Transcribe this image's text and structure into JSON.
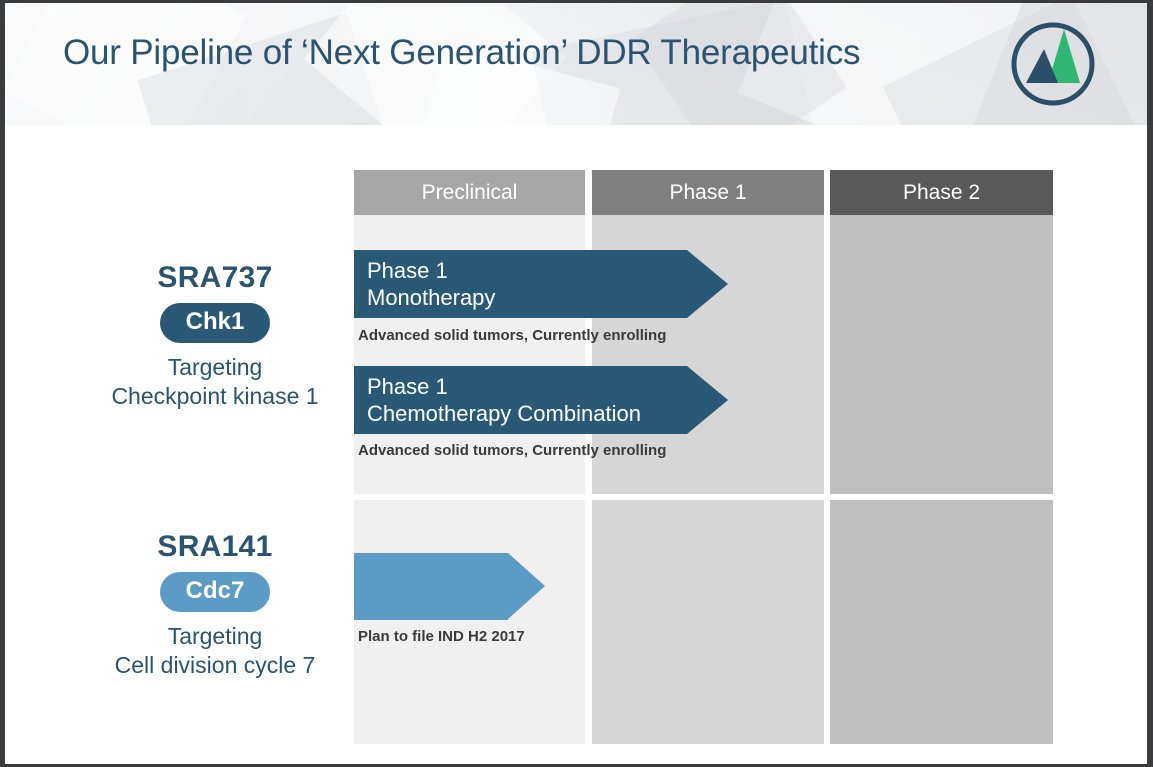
{
  "slide": {
    "title": "Our Pipeline of ‘Next Generation’ DDR Therapeutics",
    "logo_name": "company-logo"
  },
  "columns": [
    {
      "id": "preclinical",
      "label": "Preclinical"
    },
    {
      "id": "phase1",
      "label": "Phase 1"
    },
    {
      "id": "phase2",
      "label": "Phase 2"
    }
  ],
  "programs": [
    {
      "id": "sra737",
      "name": "SRA737",
      "badge": "Chk1",
      "target_line1": "Targeting",
      "target_line2": "Checkpoint kinase 1",
      "bars": [
        {
          "id": "monotherapy",
          "line1": "Phase 1",
          "line2": "Monotherapy",
          "caption": "Advanced solid tumors, Currently enrolling"
        },
        {
          "id": "chemo-combination",
          "line1": "Phase 1",
          "line2": "Chemotherapy Combination",
          "caption": "Advanced solid tumors, Currently enrolling"
        }
      ]
    },
    {
      "id": "sra141",
      "name": "SRA141",
      "badge": "Cdc7",
      "target_line1": "Targeting",
      "target_line2": "Cell division cycle 7",
      "bars": [
        {
          "id": "ind-filing",
          "line1": "",
          "line2": "",
          "caption": "Plan to file IND H2 2017"
        }
      ]
    }
  ],
  "colors": {
    "title_blue": "#2a5470",
    "bar_dark_teal": "#2a5975",
    "bar_light_blue": "#5b9bc6",
    "header_preclinical": "#a6a6a6",
    "header_phase1": "#808080",
    "header_phase2": "#595959",
    "body_preclinical": "#f0f0f0",
    "body_phase1": "#d6d6d6",
    "body_phase2": "#bfbfbf",
    "logo_green": "#2fb673",
    "logo_navy": "#2b4f68",
    "frame": "#3b3b3e"
  }
}
